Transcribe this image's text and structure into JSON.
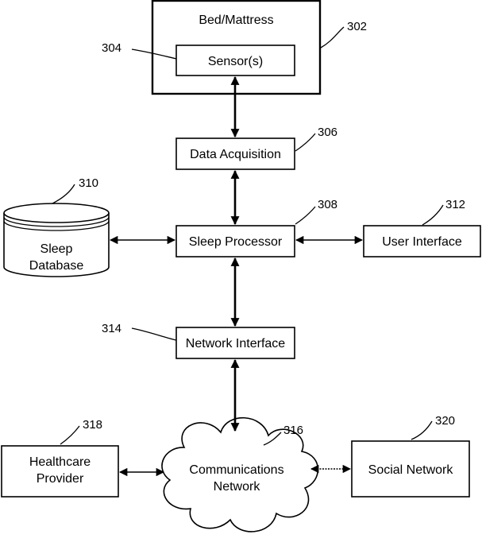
{
  "nodes": {
    "bed": {
      "label": "Bed/Mattress",
      "ref": "302"
    },
    "sensors": {
      "label": "Sensor(s)",
      "ref": "304"
    },
    "data_acquisition": {
      "label": "Data Acquisition",
      "ref": "306"
    },
    "sleep_processor": {
      "label": "Sleep Processor",
      "ref": "308"
    },
    "sleep_database": {
      "label_line1": "Sleep",
      "label_line2": "Database",
      "ref": "310"
    },
    "user_interface": {
      "label": "User Interface",
      "ref": "312"
    },
    "network_interface": {
      "label": "Network Interface",
      "ref": "314"
    },
    "communications_network": {
      "label_line1": "Communications",
      "label_line2": "Network",
      "ref": "316"
    },
    "healthcare_provider": {
      "label_line1": "Healthcare",
      "label_line2": "Provider",
      "ref": "318"
    },
    "social_network": {
      "label": "Social Network",
      "ref": "320"
    }
  }
}
